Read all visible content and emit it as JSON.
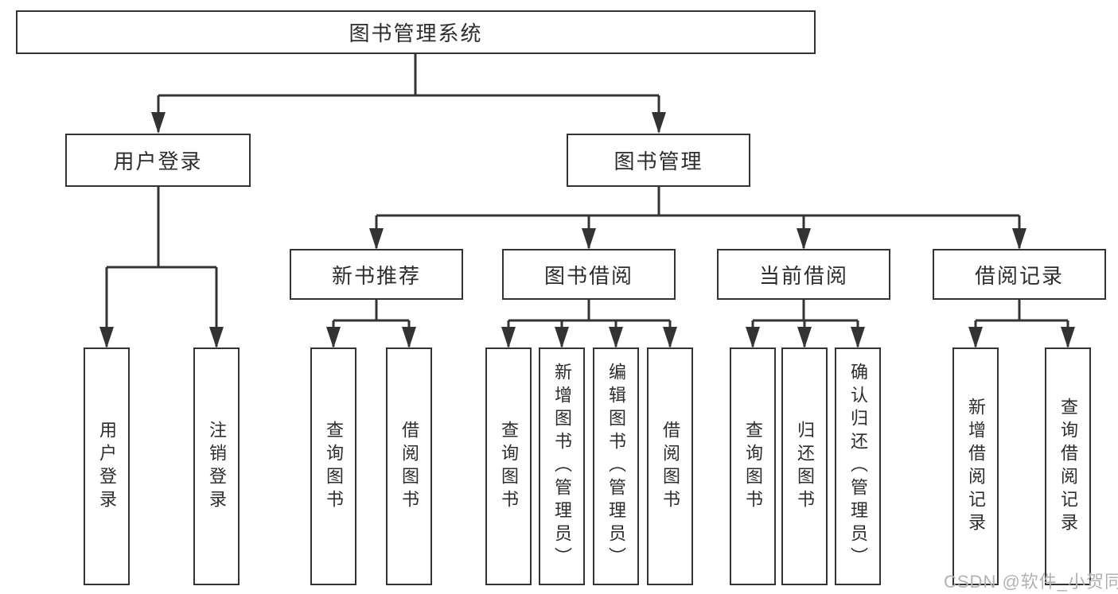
{
  "diagram": {
    "root": {
      "label": "图书管理系统",
      "children": [
        {
          "label": "用户登录",
          "children": [
            {
              "label": "用户登录"
            },
            {
              "label": "注销登录"
            }
          ]
        },
        {
          "label": "图书管理",
          "children": [
            {
              "label": "新书推荐",
              "children": [
                {
                  "label": "查询图书"
                },
                {
                  "label": "借阅图书"
                }
              ]
            },
            {
              "label": "图书借阅",
              "children": [
                {
                  "label": "查询图书"
                },
                {
                  "label": "新增图书（管理员）"
                },
                {
                  "label": "编辑图书（管理员）"
                },
                {
                  "label": "借阅图书"
                }
              ]
            },
            {
              "label": "当前借阅",
              "children": [
                {
                  "label": "查询图书"
                },
                {
                  "label": "归还图书"
                },
                {
                  "label": "确认归还（管理员）"
                }
              ]
            },
            {
              "label": "借阅记录",
              "children": [
                {
                  "label": "新增借阅记录"
                },
                {
                  "label": "查询借阅记录"
                }
              ]
            }
          ]
        }
      ]
    },
    "colors": {
      "line": "#333333",
      "text": "#2d2d2d",
      "background": "#ffffff"
    }
  },
  "watermark": {
    "text": "CSDN @软件_小贺同学",
    "color": "#b2b2b2"
  }
}
